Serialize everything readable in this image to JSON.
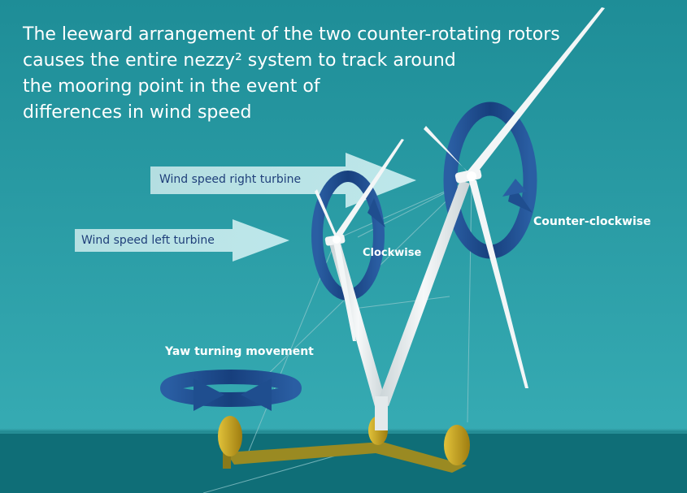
{
  "headline": {
    "lines": [
      "The leeward arrangement of the two counter-rotating rotors",
      "causes the entire nezzy² system to track around",
      "the mooring point in the event of",
      "differences in wind speed"
    ]
  },
  "labels": {
    "wind_right": "Wind speed right turbine",
    "wind_left": "Wind speed left turbine",
    "clockwise": "Clockwise",
    "counter_clockwise": "Counter-clockwise",
    "yaw": "Yaw turning movement"
  },
  "colors": {
    "sky_top": "#1f8e98",
    "sky_bottom": "#34aab2",
    "sea": "#0f6f78",
    "rotation_arrow": "#1f4e8f",
    "wind_arrow": "#cfeef0",
    "float": "#c9a21e",
    "tower": "#e9eef0",
    "text_dark": "#1f3f7a",
    "text_light": "#ffffff"
  }
}
